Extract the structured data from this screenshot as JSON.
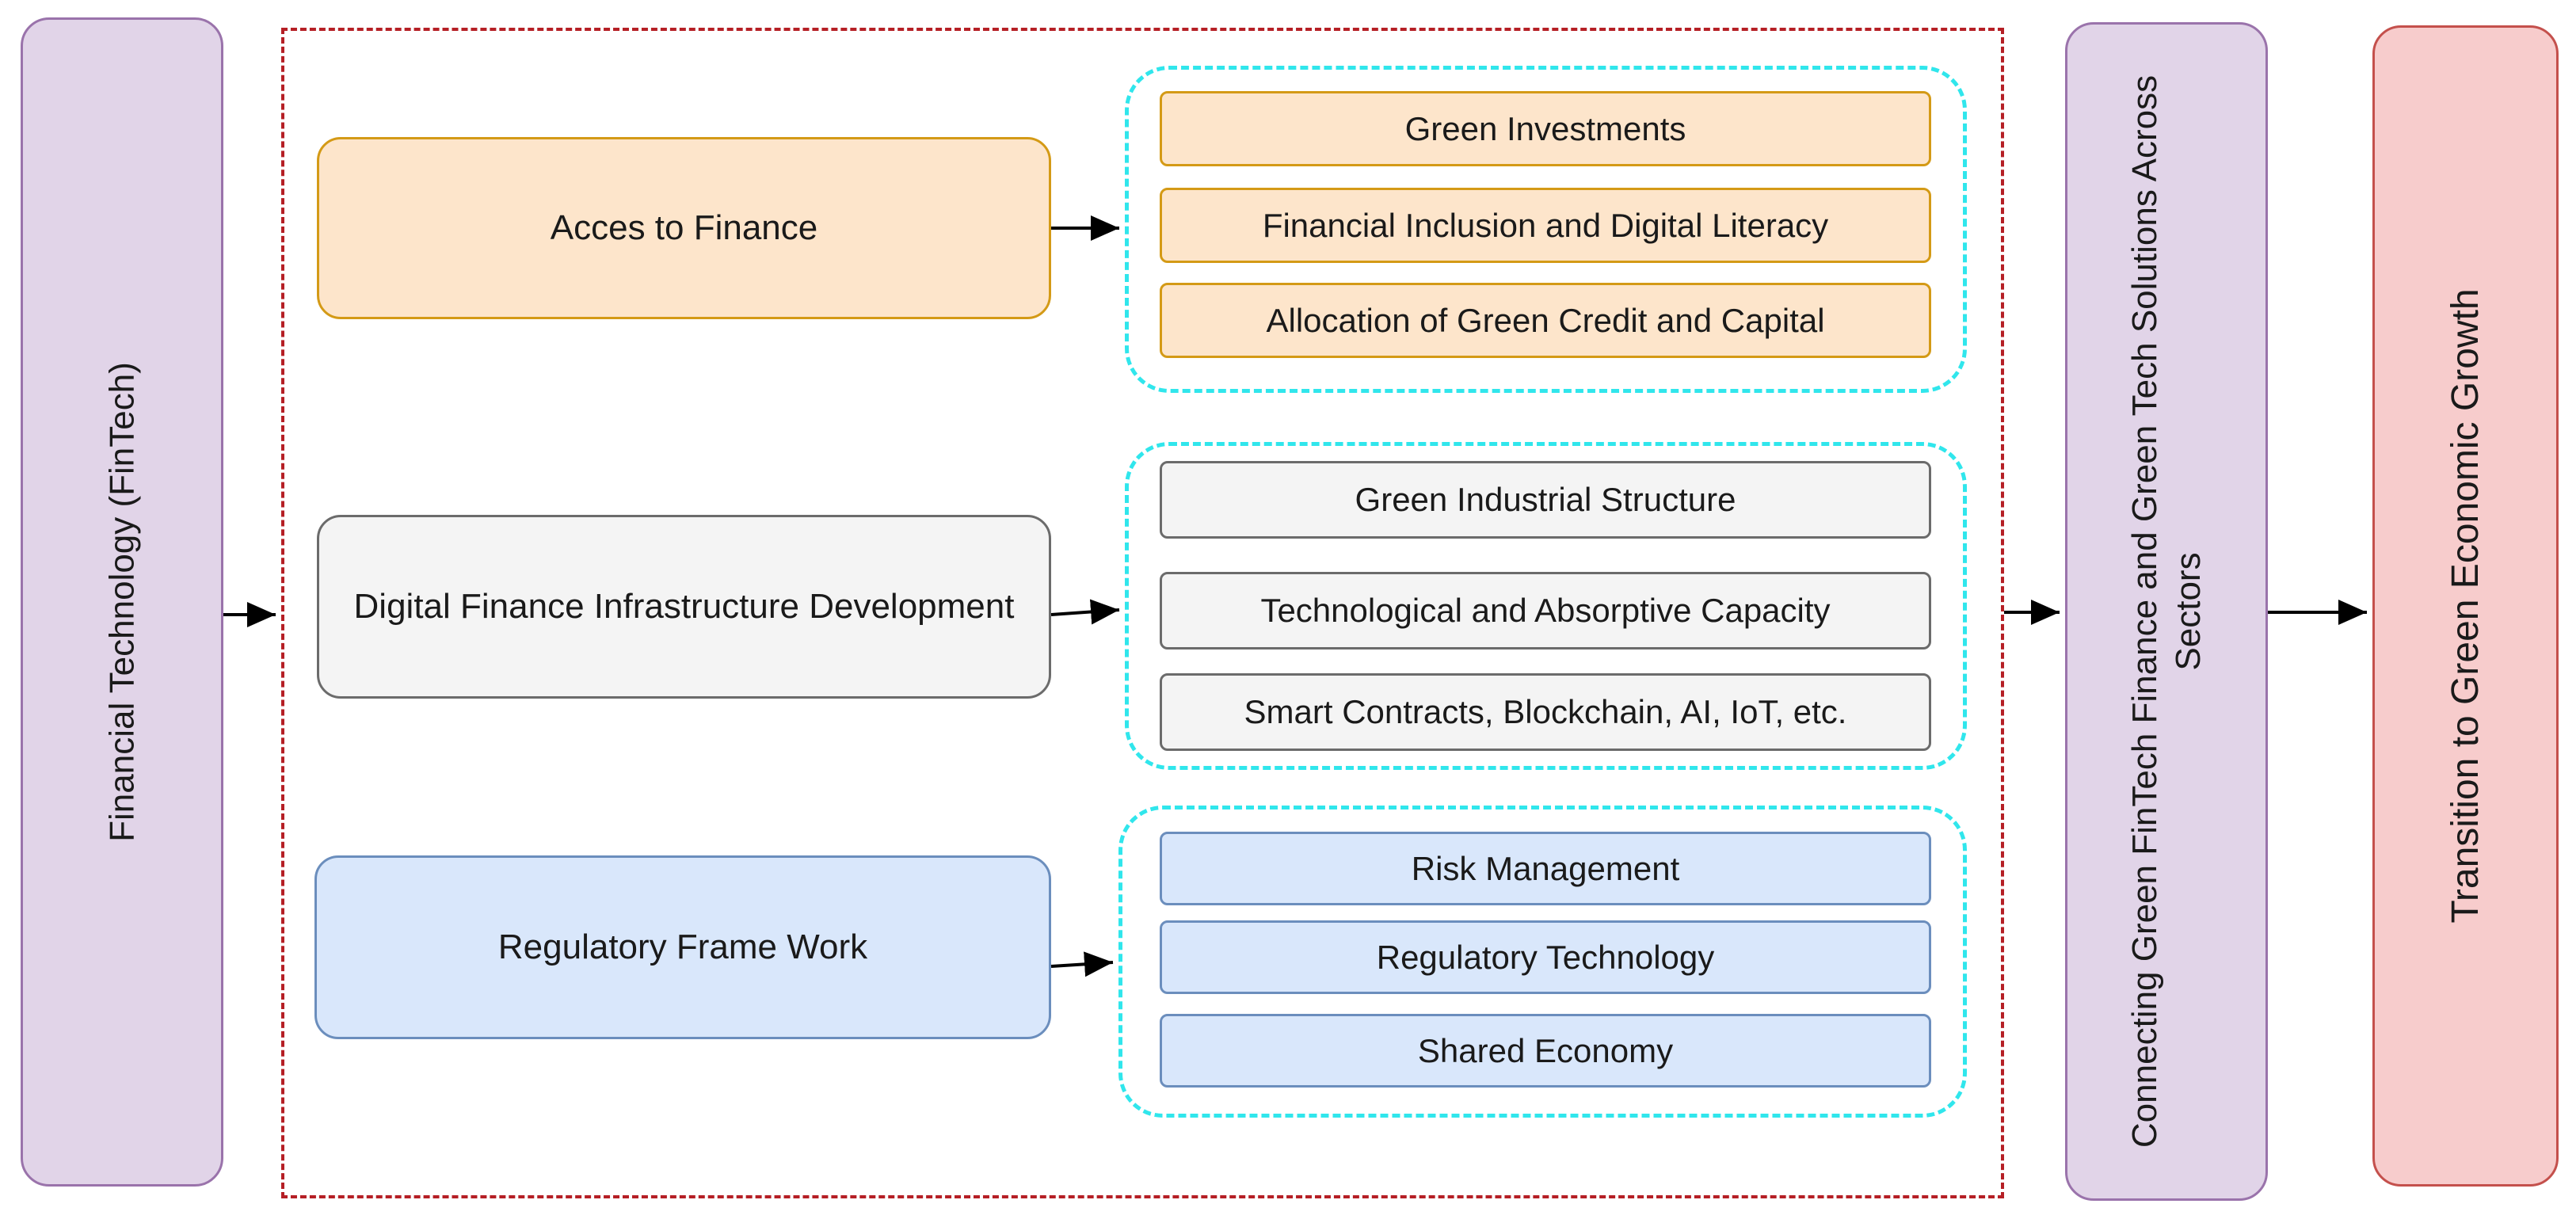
{
  "left_box": {
    "label": "Financial Technology (FinTech)"
  },
  "channels": [
    {
      "label": "Acces to Finance",
      "items": [
        "Green Investments",
        "Financial Inclusion and Digital Literacy",
        "Allocation of Green Credit and Capital"
      ]
    },
    {
      "label": "Digital Finance Infrastructure Development",
      "items": [
        "Green Industrial Structure",
        "Technological and Absorptive Capacity",
        "Smart Contracts, Blockchain, AI, IoT, etc."
      ]
    },
    {
      "label": "Regulatory Frame Work",
      "items": [
        "Risk Management",
        "Regulatory Technology",
        "Shared Economy"
      ]
    }
  ],
  "connector_box": {
    "label_line1": "Connecting Green FinTech Finance and Green Tech Solutions Across",
    "label_line2": "Sectors"
  },
  "right_box": {
    "label": "Transition to Green Economic Growth"
  },
  "colors": {
    "orange_fill": "#fde5cb",
    "orange_border": "#d49a16",
    "gray_fill": "#f4f4f4",
    "gray_border": "#6b6b6b",
    "blue_fill": "#d9e7fb",
    "blue_border": "#6b8ebd",
    "purple_fill": "#e1d4e8",
    "red_fill": "#f7cccc",
    "group_border": "#30e6ec",
    "container_border": "#b51f25"
  }
}
